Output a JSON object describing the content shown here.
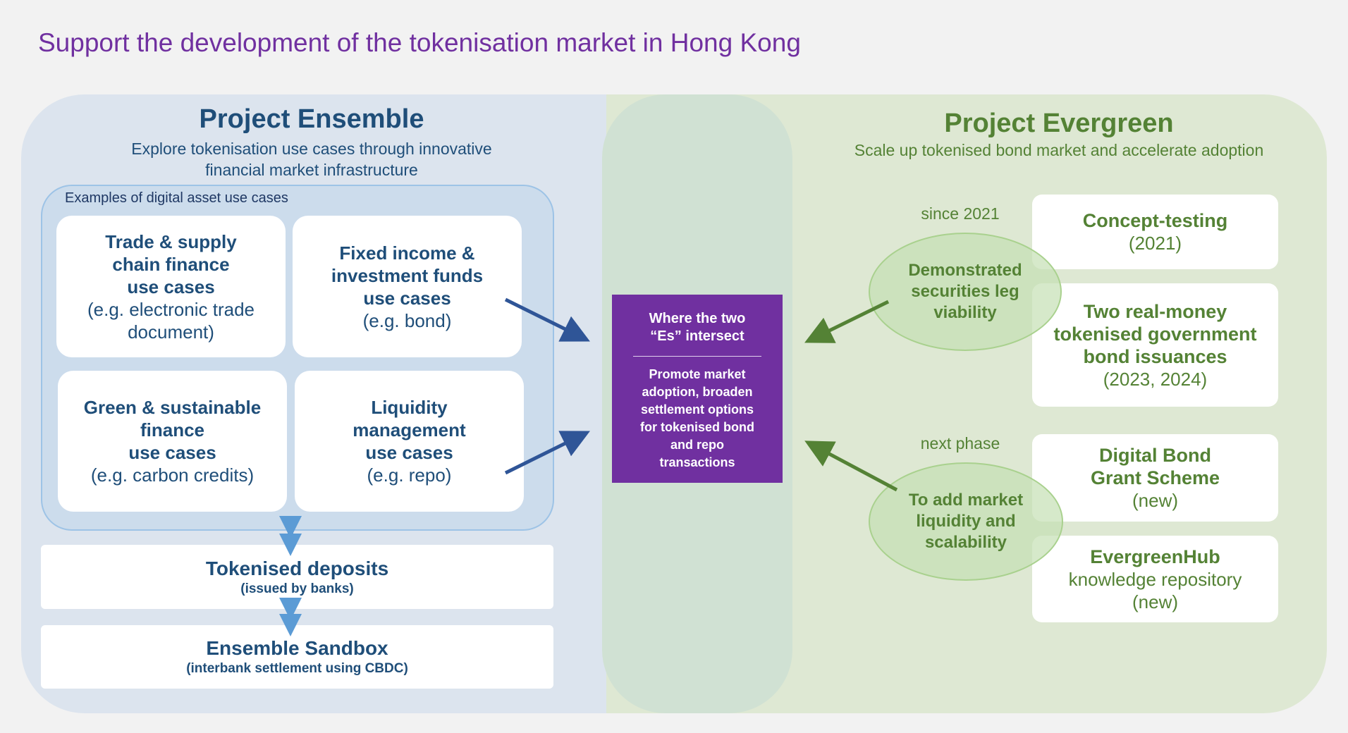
{
  "page_title": "Support the development of the tokenisation market in Hong Kong",
  "ensemble": {
    "title": "Project Ensemble",
    "subtitle_line1": "Explore tokenisation use cases through innovative",
    "subtitle_line2": "financial market infrastructure",
    "examples_label": "Examples of digital asset use cases",
    "cards": [
      {
        "title_lines": [
          "Trade & supply",
          "chain finance",
          "use cases"
        ],
        "example_lines": [
          "(e.g. electronic trade",
          "document)"
        ]
      },
      {
        "title_lines": [
          "Fixed income &",
          "investment funds",
          "use cases"
        ],
        "example_lines": [
          "(e.g. bond)"
        ]
      },
      {
        "title_lines": [
          "Green & sustainable",
          "finance",
          "use cases"
        ],
        "example_lines": [
          "(e.g. carbon credits)"
        ]
      },
      {
        "title_lines": [
          "Liquidity",
          "management",
          "use cases"
        ],
        "example_lines": [
          "(e.g. repo)"
        ]
      }
    ],
    "deposits": {
      "title": "Tokenised deposits",
      "sub": "(issued by banks)"
    },
    "sandbox": {
      "title": "Ensemble Sandbox",
      "sub": "(interbank settlement using CBDC)"
    }
  },
  "intersect": {
    "heading_line1": "Where the two",
    "heading_line2": "“Es” intersect",
    "body_lines": [
      "Promote market",
      "adoption, broaden",
      "settlement options",
      "for tokenised bond",
      "and repo",
      "transactions"
    ]
  },
  "evergreen": {
    "title": "Project Evergreen",
    "subtitle": "Scale up tokenised bond market and accelerate adoption",
    "phases": [
      {
        "label": "since 2021",
        "ellipse_lines": [
          "Demonstrated",
          "securities leg",
          "viability"
        ]
      },
      {
        "label": "next phase",
        "ellipse_lines": [
          "To add market",
          "liquidity and",
          "scalability"
        ]
      }
    ],
    "cards": [
      {
        "title_lines": [
          "Concept-testing"
        ],
        "sub_lines": [
          "(2021)"
        ]
      },
      {
        "title_lines": [
          "Two real-money",
          "tokenised government",
          "bond issuances"
        ],
        "sub_lines": [
          "(2023, 2024)"
        ]
      },
      {
        "title_lines": [
          "Digital Bond",
          "Grant Scheme"
        ],
        "sub_lines": [
          "(new)"
        ]
      },
      {
        "title_lines": [
          "EvergreenHub"
        ],
        "sub_lines": [
          "knowledge repository",
          "(new)"
        ]
      }
    ]
  },
  "colors": {
    "title_purple": "#7030a0",
    "ensemble_blue": "#1f4e79",
    "evergreen_green": "#548235",
    "intersect_purple": "#7030a0",
    "arrow_blue": "#2f5597",
    "arrow_green": "#548235",
    "connector_blue": "#5b9bd5"
  }
}
